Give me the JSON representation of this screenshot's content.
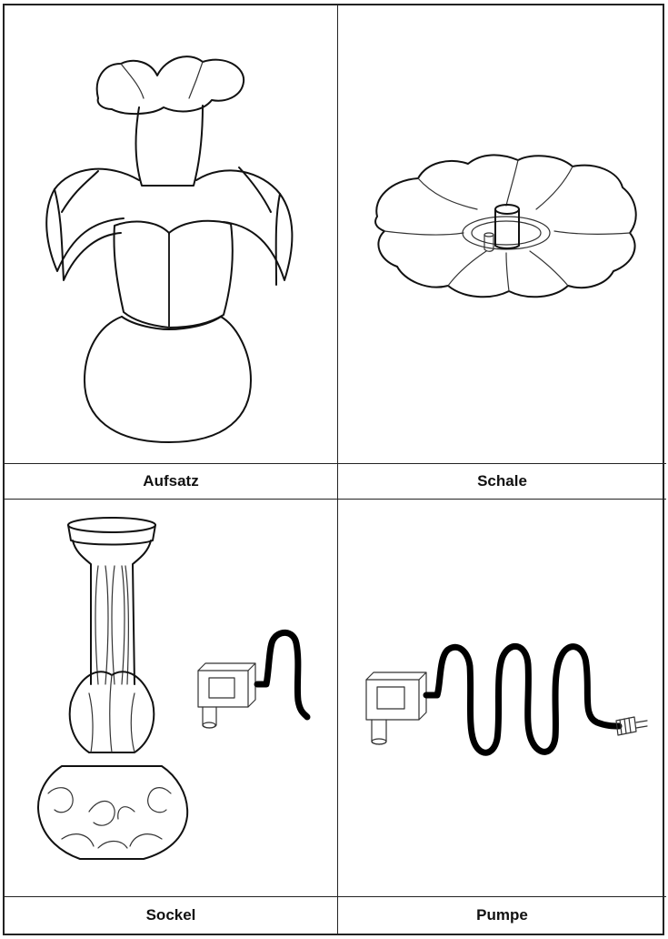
{
  "parts": [
    {
      "label": "Aufsatz",
      "icon": "fountain-top-icon"
    },
    {
      "label": "Schale",
      "icon": "bowl-icon"
    },
    {
      "label": "Sockel",
      "icon": "pedestal-icon"
    },
    {
      "label": "Pumpe",
      "icon": "pump-icon"
    }
  ]
}
